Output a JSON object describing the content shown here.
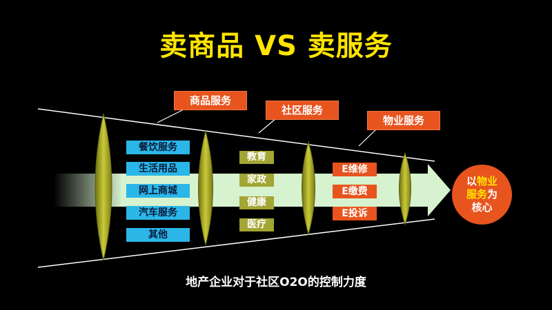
{
  "title": "卖商品 VS 卖服务",
  "callouts": {
    "goods": "商品服务",
    "community": "社区服务",
    "property": "物业服务"
  },
  "goods_items": [
    "餐饮服务",
    "生活用品",
    "网上商城",
    "汽车服务",
    "其他"
  ],
  "community_items": [
    "教育",
    "家政",
    "健康",
    "医疗"
  ],
  "property_items": [
    "E维修",
    "E缴费",
    "E投诉"
  ],
  "core": {
    "line1_prefix": "以",
    "line1_emphasis": "物业",
    "line2_emphasis": "服务",
    "line2_suffix": "为",
    "line3": "核心"
  },
  "caption": "地产企业对于社区O2O的控制力度",
  "colors": {
    "title": "#ffe500",
    "accent_orange": "#e8541e",
    "blue": "#2bb6e8",
    "olive": "#a3a534",
    "arrow": "#d7f2cf"
  }
}
